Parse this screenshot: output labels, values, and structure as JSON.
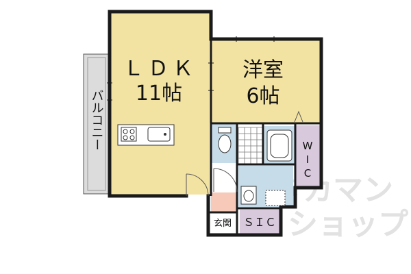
{
  "rooms": {
    "ldk": {
      "name": "ＬＤＫ",
      "size": "11帖"
    },
    "western": {
      "name": "洋室",
      "size": "6帖"
    },
    "balcony": {
      "name": "バルコニー"
    },
    "wic": {
      "letters": [
        "W",
        "I",
        "C"
      ]
    },
    "sic": {
      "name": "ＳＩＣ"
    },
    "entrance": {
      "name": "玄関"
    }
  },
  "watermark": {
    "line1": "タカマン",
    "line2": "ショップ"
  },
  "colors": {
    "ldk": "#f3e3a3",
    "western": "#f3e3a3",
    "balcony": "#dcdcdc",
    "bath": "#c7dce9",
    "closet": "#d8c9dc",
    "entrance_floor": "#f6c9b8",
    "wall": "#1a1a1a"
  }
}
